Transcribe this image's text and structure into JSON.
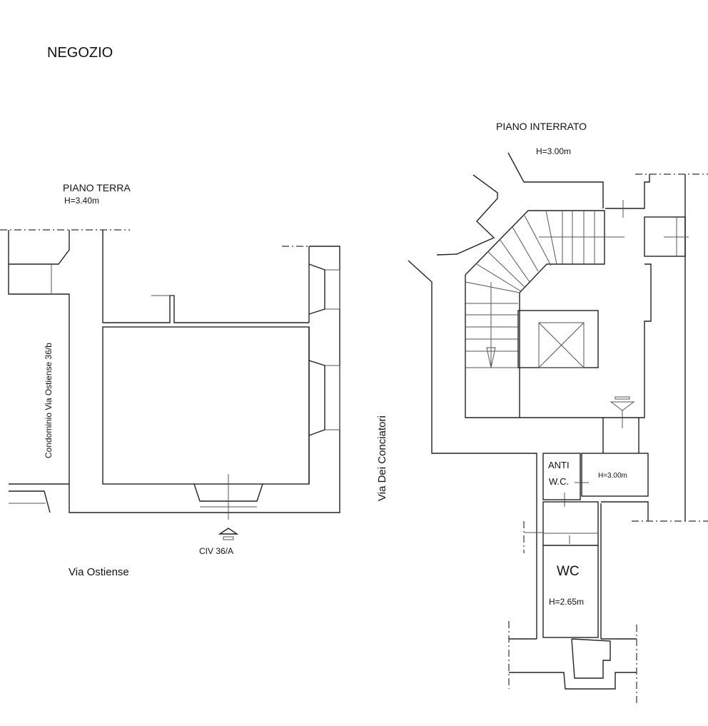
{
  "title": "NEGOZIO",
  "ground_floor": {
    "label": "PIANO TERRA",
    "height": "H=3.40m",
    "neighbor_building": "Condominio Via Ostiense 36/b",
    "entrance": "CIV 36/A",
    "street_front": "Via Ostiense"
  },
  "side_street": "Via Dei Conciatori",
  "basement": {
    "label": "PIANO INTERRATO",
    "height": "H=3.00m",
    "anti_wc_line1": "ANTI",
    "anti_wc_line2": "W.C.",
    "storage_height": "H=3.00m",
    "wc_label": "WC",
    "wc_height": "H=2.65m"
  }
}
